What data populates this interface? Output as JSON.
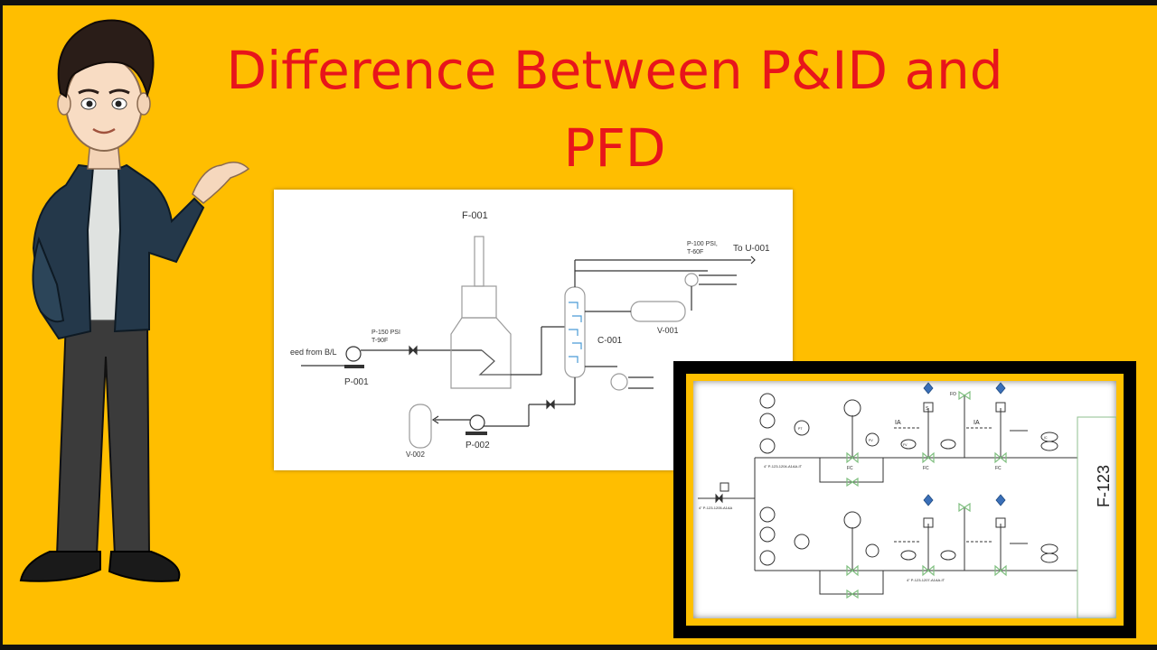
{
  "title": {
    "line1": "Difference Between P&ID and",
    "line2": "PFD"
  },
  "pfd": {
    "furnace": "F-001",
    "feed": "eed from B/L",
    "pump1_cond1": "P-150 PSI",
    "pump1_cond2": "T-90F",
    "pump1": "P-001",
    "pump2": "P-002",
    "column": "C-001",
    "vessel": "V-001",
    "vessel2": "V-002",
    "overhead_cond1": "P-100 PSI,",
    "overhead_cond2": "T-60F",
    "to_unit": "To U-001"
  },
  "pid": {
    "vessel_tag": "F-123",
    "line_main": "4\" P-123-1205-A1AA",
    "line_top": "4\" P-123-1204-A1AA-IT",
    "line_bottom": "4\" P-123-1207-A1AA-IT",
    "ia_left": "IA",
    "ia_right": "IA",
    "fo": "FO",
    "fc1": "FC",
    "fc2": "FC",
    "fc3": "FC",
    "s": "S",
    "pt": "PT",
    "pv": "PV",
    "fv": "FV",
    "ic": "IC"
  },
  "colors": {
    "background": "#FFBE00",
    "title": "#E8151B",
    "frame": "#111111",
    "pid_valve_green": "#7FBF7F",
    "pid_diamond": "#3A6FB8"
  }
}
